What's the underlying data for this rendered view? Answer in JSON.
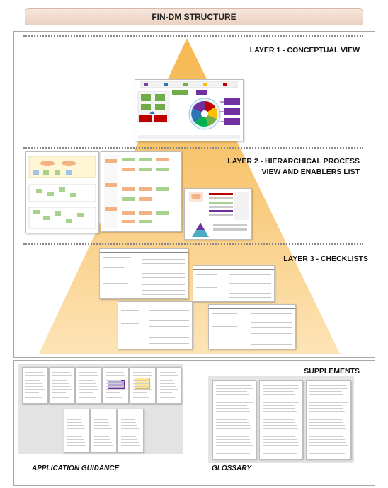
{
  "title": "FIN-DM STRUCTURE",
  "layers": [
    {
      "label": "LAYER 1 - CONCEPTUAL VIEW"
    },
    {
      "label_line1": "LAYER 2 - HIERARCHICAL PROCESS",
      "label_line2": "VIEW AND ENABLERS LIST"
    },
    {
      "label": "LAYER 3 - CHECKLISTS"
    }
  ],
  "supplements": {
    "heading": "SUPPLEMENTS",
    "application_guidance": "APPLICATION GUIDANCE",
    "glossary": "GLOSSARY"
  },
  "colors": {
    "pyramid_top": "#f6b850",
    "pyramid_bottom": "#fde4b6",
    "title_bar": "#efd8c9",
    "panel_border": "#a8a8a8",
    "guidance_bg": "#e3e3e3",
    "glossary_bg": "#e5e5e5"
  }
}
